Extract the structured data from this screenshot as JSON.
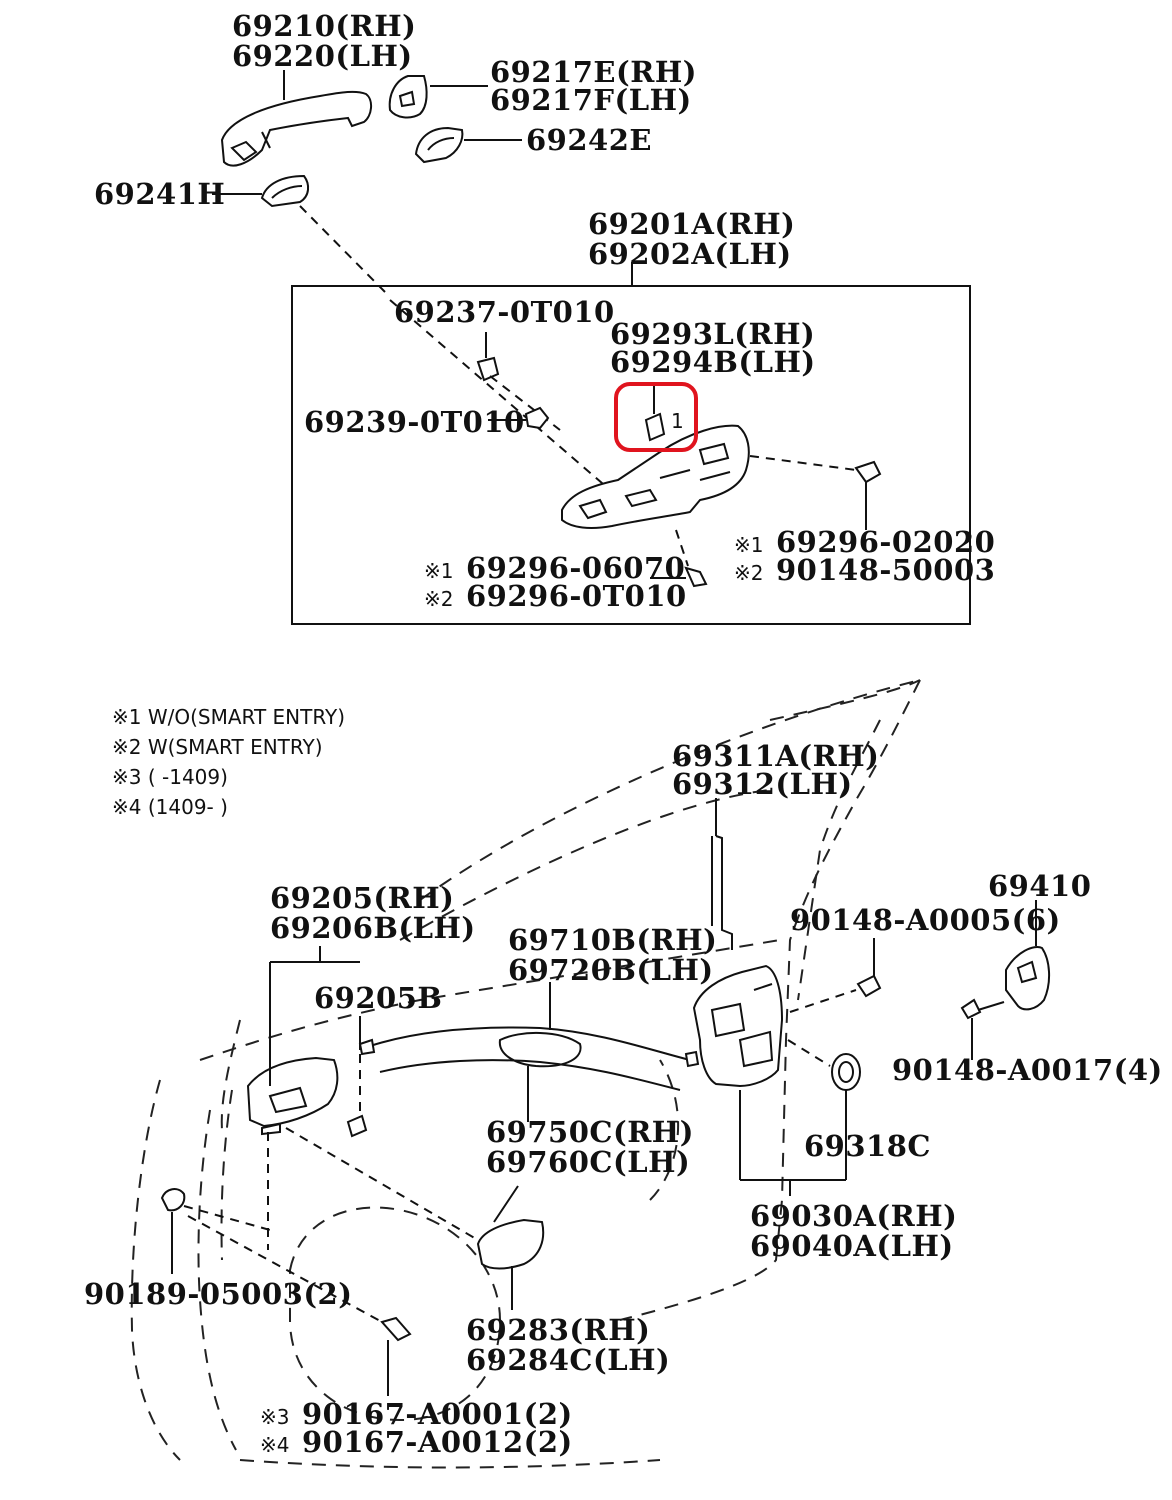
{
  "colors": {
    "line": "#111111",
    "highlight": "#e0141e",
    "background": "#ffffff"
  },
  "labels": {
    "p69210": "69210(RH)",
    "p69220": "69220(LH)",
    "p69217e": "69217E(RH)",
    "p69217f": "69217F(LH)",
    "p69242e": "69242E",
    "p69241h": "69241H",
    "p69201a": "69201A(RH)",
    "p69202a": "69202A(LH)",
    "p69237": "69237-0T010",
    "p69293l": "69293L(RH)",
    "p69294b": "69294B(LH)",
    "p69239": "69239-0T010",
    "p6929602020": "69296-02020",
    "p9014850003": "90148-50003",
    "p6929606070": "69296-06070",
    "p692960t010": "69296-0T010",
    "p69311a": "69311A(RH)",
    "p69312": "69312(LH)",
    "p69410": "69410",
    "p90148a0005": "90148-A0005(6)",
    "p90148a0017": "90148-A0017(4)",
    "p69205": "69205(RH)",
    "p69206b": "69206B(LH)",
    "p69205b": "69205B",
    "p69710b": "69710B(RH)",
    "p69720b": "69720B(LH)",
    "p69750c": "69750C(RH)",
    "p69760c": "69760C(LH)",
    "p69318c": "69318C",
    "p69030a": "69030A(RH)",
    "p69040a": "69040A(LH)",
    "p9018905003": "90189-05003(2)",
    "p69283": "69283(RH)",
    "p69284c": "69284C(LH)",
    "p90167a0001": "90167-A0001(2)",
    "p90167a0012": "90167-A0012(2)"
  },
  "marks": {
    "m1": "※1",
    "m2": "※2",
    "m3": "※3",
    "m4": "※4"
  },
  "notes": {
    "n1": "※1 W/O(SMART ENTRY)",
    "n2": "※2 W(SMART ENTRY)",
    "n3": "※3 (        -1409)",
    "n4": "※4 (1409-        )"
  },
  "highlight_label": "1"
}
